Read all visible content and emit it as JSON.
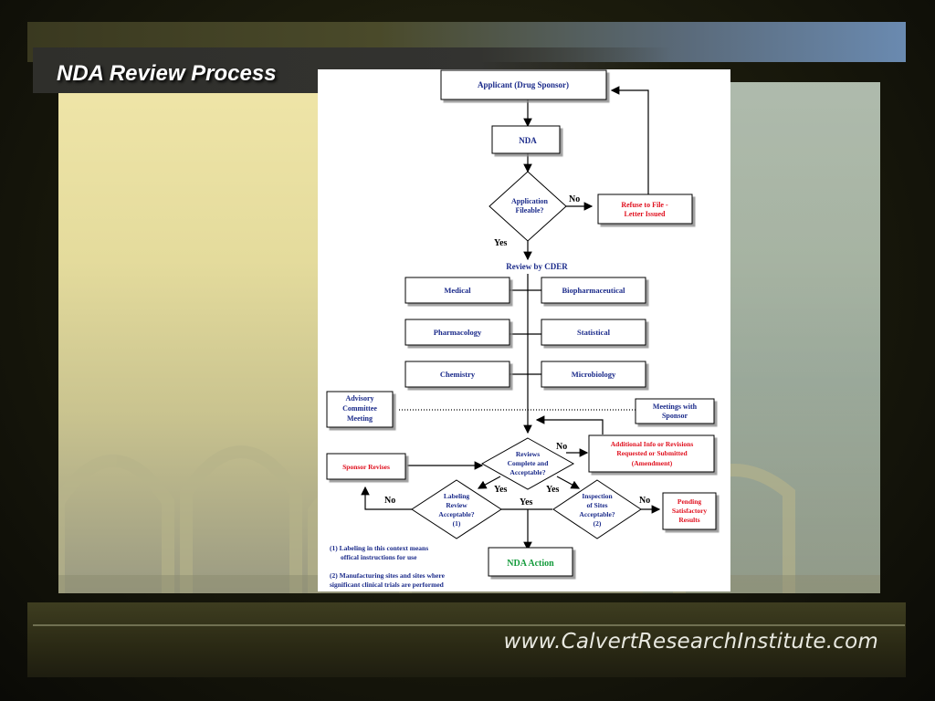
{
  "slide": {
    "title": "NDA Review Process",
    "website": "www.CalvertResearchInstitute.com"
  },
  "flow": {
    "applicant": "Applicant (Drug Sponsor)",
    "nda": "NDA",
    "fileable_1": "Application",
    "fileable_2": "Fileable?",
    "refuse_1": "Refuse to File -",
    "refuse_2": "Letter Issued",
    "no_fileable": "No",
    "yes_fileable": "Yes",
    "review_cder": "Review by CDER",
    "disciplines": [
      "Medical",
      "Biopharmaceutical",
      "Pharmacology",
      "Statistical",
      "Chemistry",
      "Microbiology"
    ],
    "advisory": [
      "Advisory",
      "Committee",
      "Meeting"
    ],
    "meetings": [
      "Meetings with",
      "Sponsor"
    ],
    "reviews": [
      "Reviews",
      "Complete and",
      "Acceptable?"
    ],
    "no_reviews": "No",
    "additional": [
      "Additional Info or Revisions",
      "Requested or Submitted",
      "(Amendment)"
    ],
    "sponsor_revises": "Sponsor Revises",
    "yes_left": "Yes",
    "yes_right": "Yes",
    "yes_center": "Yes",
    "no_labeling": "No",
    "no_inspection": "No",
    "labeling": [
      "Labeling",
      "Review",
      "Acceptable?",
      "(1)"
    ],
    "inspection": [
      "Inspection",
      "of Sites",
      "Acceptable?",
      "(2)"
    ],
    "pending": [
      "Pending",
      "Satisfactory",
      "Results"
    ],
    "nda_action": "NDA Action",
    "note1": [
      "(1) Labeling in this context means",
      "offical instructions for use"
    ],
    "note2": [
      "(2) Manufacturing sites and sites where",
      "significant clinical trials are performed"
    ]
  },
  "colors": {
    "blue_text": "#1a2a8a",
    "red_text": "#e0101e",
    "green_text": "#129a3a"
  }
}
